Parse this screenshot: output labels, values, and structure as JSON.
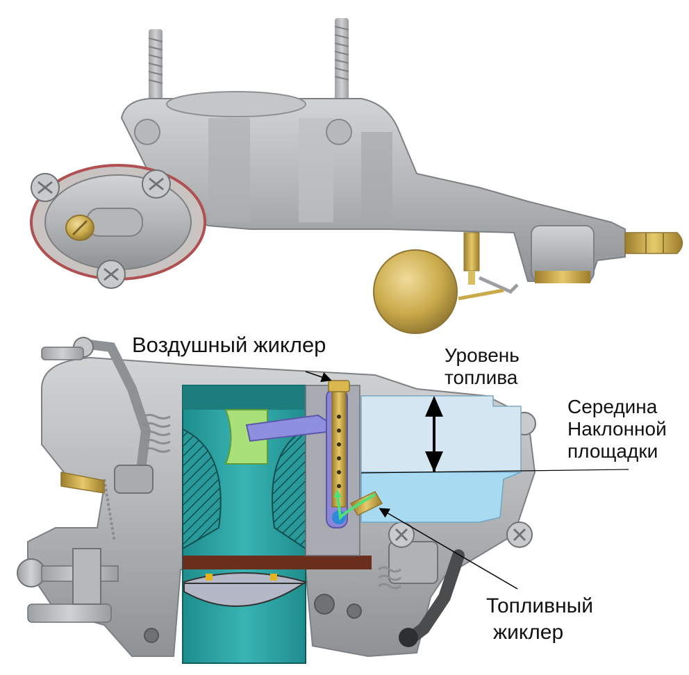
{
  "labels": {
    "air_jet": "Воздушный жиклер",
    "fuel_level_line1": "Уровень",
    "fuel_level_line2": "топлива",
    "mid_line1": "Середина",
    "mid_line2": "Наклонной",
    "mid_line3": "площадки",
    "fuel_jet_line1": "Топливный",
    "fuel_jet_line2": "жиклер"
  },
  "colors": {
    "metal": "#b9bbbd",
    "metal_dark": "#8e9194",
    "brass": "#c9a94a",
    "teal": "#2aa3a3",
    "teal_dark": "#17807f",
    "float_chamber": "#cfe3ef",
    "fuel": "#9fd6ef",
    "air_channel": "#8f8fe0",
    "venturi": "#a9e07a",
    "gasket": "#6a2e1c"
  }
}
